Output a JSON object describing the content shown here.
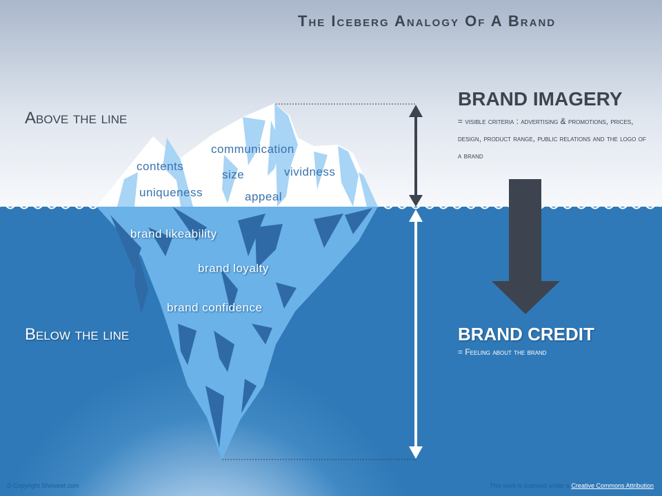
{
  "title": "The Iceberg Analogy Of A Brand",
  "zones": {
    "above": "Above the line",
    "below": "Below the line"
  },
  "imagery": {
    "heading": "BRAND IMAGERY",
    "description": "= visible criteria : advertising & promotions, prices, design, product range, public relations and the logo of a brand"
  },
  "credit": {
    "heading": "BRAND CREDIT",
    "description": "= Feeling about the brand"
  },
  "above_keywords": {
    "communication": "communication",
    "contents": "contents",
    "size": "size",
    "vividness": "vividness",
    "uniqueness": "uniqueness",
    "appeal": "appeal"
  },
  "below_keywords": {
    "likeability": "brand likeability",
    "loyalty": "brand loyalty",
    "confidence": "brand confidence"
  },
  "footer": {
    "copyright": "© Copyright Showeet.com",
    "license_text": "This work is licensed under a ",
    "license_link": "Creative Commons Attribution"
  },
  "colors": {
    "sky_top": "#a9b7cb",
    "sea": "#3f88c3",
    "ice_light": "#a8d4f5",
    "ice_dark": "#2f6aa6",
    "arrow_dark": "#3d4450",
    "text_dark": "#3d4450",
    "keyword_blue": "#3a72ad"
  }
}
